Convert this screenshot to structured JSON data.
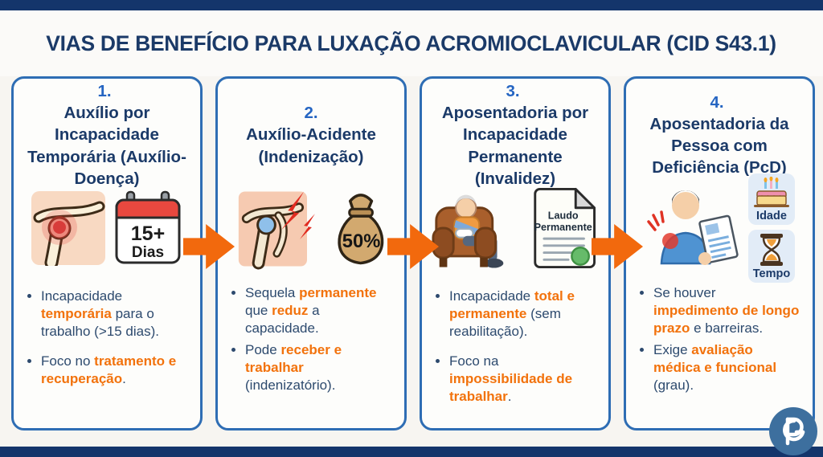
{
  "header": {
    "title": "VIAS DE BENEFÍCIO PARA LUXAÇÃO ACROMIOCLAVICULAR (CID S43.1)"
  },
  "colors": {
    "navy_bar": "#14356b",
    "title_navy": "#1b3a68",
    "card_border_blue": "#2e6db4",
    "number_blue": "#2565c2",
    "accent_orange": "#f2690d",
    "body_navy": "#2d4a6e"
  },
  "cards": [
    {
      "number": "1.",
      "title": "Auxílio por Incapacidade Temporária (Auxílio-Doença)",
      "icons": [
        "inflamed-shoulder-icon",
        "calendar-icon"
      ],
      "calendar": {
        "line1": "15+",
        "line2": "Dias"
      },
      "bullets": [
        [
          {
            "t": "Incapacidade "
          },
          {
            "t": "temporária",
            "em": true
          },
          {
            "t": " para o trabalho (>15 dias)."
          }
        ],
        [
          {
            "t": "Foco no "
          },
          {
            "t": "tratamento e recuperação",
            "em": true
          },
          {
            "t": "."
          }
        ]
      ]
    },
    {
      "number": "2.",
      "title": "Auxílio-Acidente (Indenização)",
      "icons": [
        "shoulder-pain-icon",
        "money-bag-icon"
      ],
      "money_bag_label": "50%",
      "bullets": [
        [
          {
            "t": "Sequela "
          },
          {
            "t": "permanente",
            "em": true
          },
          {
            "t": " que "
          },
          {
            "t": "reduz",
            "em": true
          },
          {
            "t": " a capacidade."
          }
        ],
        [
          {
            "t": "Pode "
          },
          {
            "t": "receber e trabalhar",
            "em": true
          },
          {
            "t": " (indenizatório)."
          }
        ]
      ]
    },
    {
      "number": "3.",
      "title": "Aposentadoria por Incapacidade Permanente (Invalidez)",
      "icons": [
        "elderly-man-armchair-icon",
        "permanent-report-icon"
      ],
      "document_label": {
        "line1": "Laudo",
        "line2": "Permanente"
      },
      "bullets": [
        [
          {
            "t": "Incapacidade "
          },
          {
            "t": "total e permanente",
            "em": true
          },
          {
            "t": " (sem reabilitação)."
          }
        ],
        [
          {
            "t": "Foco na "
          },
          {
            "t": "impossibilidade de trabalhar",
            "em": true
          },
          {
            "t": "."
          }
        ]
      ]
    },
    {
      "number": "4.",
      "title": "Aposentadoria da Pessoa com Deficiência (PcD)",
      "icons": [
        "person-with-document-icon",
        "cake-icon",
        "hourglass-icon"
      ],
      "chips": [
        {
          "icon": "cake-icon",
          "label": "Idade"
        },
        {
          "icon": "hourglass-icon",
          "label": "Tempo"
        }
      ],
      "bullets": [
        [
          {
            "t": "Se houver "
          },
          {
            "t": "impedimento de longo prazo",
            "em": true
          },
          {
            "t": " e barreiras."
          }
        ],
        [
          {
            "t": "Exige "
          },
          {
            "t": "avaliação médica e funcional",
            "em": true
          },
          {
            "t": " (grau)."
          }
        ]
      ]
    }
  ]
}
